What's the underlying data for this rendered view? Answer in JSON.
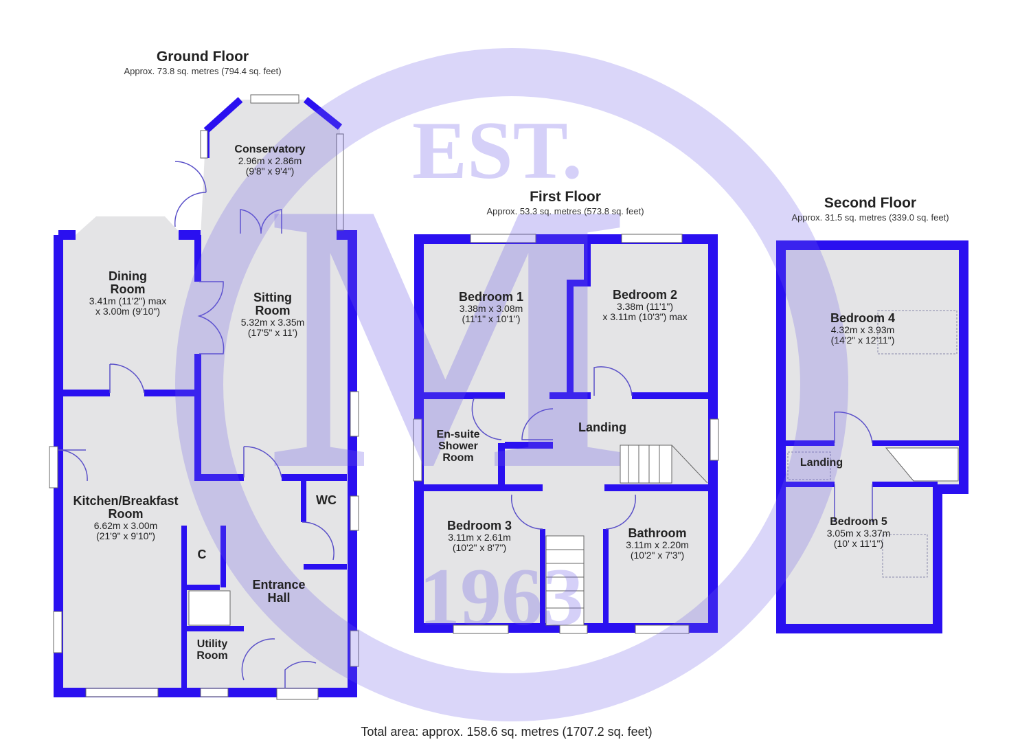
{
  "colors": {
    "wall": "#2a10f0",
    "floor": "#e4e4e6",
    "watermark": "#6a5ae8"
  },
  "watermark": {
    "top": "EST.",
    "bottom": "1963",
    "letter": "M"
  },
  "floors": {
    "ground": {
      "title": "Ground Floor",
      "area": "Approx. 73.8 sq. metres (794.4 sq. feet)",
      "rooms": {
        "conservatory": {
          "name": "Conservatory",
          "dim1": "2.96m x 2.86m",
          "dim2": "(9'8\" x 9'4\")"
        },
        "dining": {
          "name1": "Dining",
          "name2": "Room",
          "dim1": "3.41m (11'2\") max",
          "dim2": "x 3.00m (9'10\")"
        },
        "sitting": {
          "name1": "Sitting",
          "name2": "Room",
          "dim1": "5.32m x 3.35m",
          "dim2": "(17'5\" x 11')"
        },
        "kitchen": {
          "name1": "Kitchen/Breakfast",
          "name2": "Room",
          "dim1": "6.62m x 3.00m",
          "dim2": "(21'9\" x 9'10\")"
        },
        "wc": {
          "name": "WC"
        },
        "cupboard": {
          "name": "C"
        },
        "hall": {
          "name1": "Entrance",
          "name2": "Hall"
        },
        "utility": {
          "name1": "Utility",
          "name2": "Room"
        }
      }
    },
    "first": {
      "title": "First Floor",
      "area": "Approx. 53.3 sq. metres (573.8 sq. feet)",
      "rooms": {
        "bed1": {
          "name": "Bedroom 1",
          "dim1": "3.38m x 3.08m",
          "dim2": "(11'1\" x 10'1\")"
        },
        "bed2": {
          "name": "Bedroom 2",
          "dim1": "3.38m (11'1\")",
          "dim2": "x 3.11m (10'3\") max"
        },
        "ensuite": {
          "name1": "En-suite",
          "name2": "Shower",
          "name3": "Room"
        },
        "landing": {
          "name": "Landing"
        },
        "bed3": {
          "name": "Bedroom 3",
          "dim1": "3.11m x 2.61m",
          "dim2": "(10'2\" x 8'7\")"
        },
        "bath": {
          "name": "Bathroom",
          "dim1": "3.11m x 2.20m",
          "dim2": "(10'2\" x 7'3\")"
        }
      }
    },
    "second": {
      "title": "Second Floor",
      "area": "Approx. 31.5 sq. metres (339.0 sq. feet)",
      "rooms": {
        "bed4": {
          "name": "Bedroom 4",
          "dim1": "4.32m x 3.93m",
          "dim2": "(14'2\" x 12'11\")"
        },
        "landing": {
          "name": "Landing"
        },
        "bed5": {
          "name": "Bedroom 5",
          "dim1": "3.05m x 3.37m",
          "dim2": "(10' x 11'1\")"
        }
      }
    }
  },
  "total_area": "Total area: approx. 158.6 sq. metres (1707.2 sq. feet)"
}
